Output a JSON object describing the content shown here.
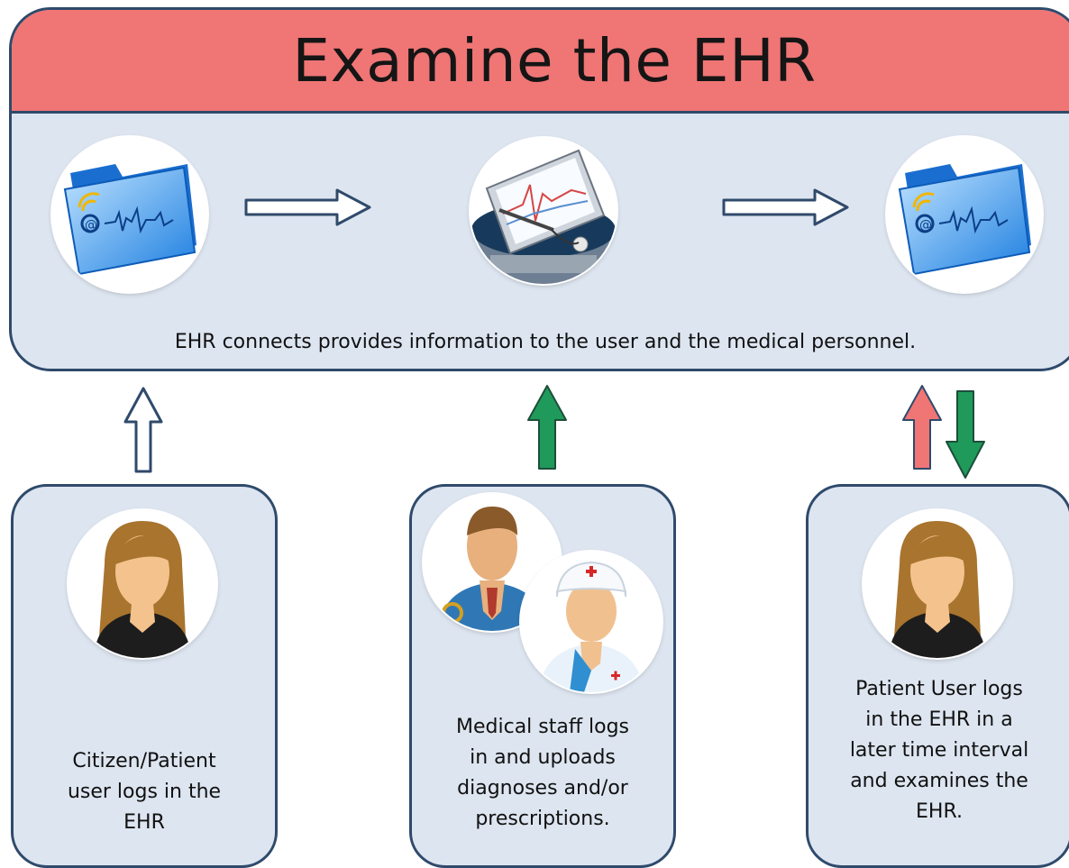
{
  "title": "Examine the EHR",
  "caption_main": "EHR connects provides information to the user and the medical personnel.",
  "boxes": {
    "left": "Citizen/Patient\nuser logs in the\nEHR",
    "middle": "Medical staff logs\nin and uploads\ndiagnoses and/or\nprescriptions.",
    "right": "Patient User logs\nin the EHR in a\nlater time interval\nand examines the\nEHR."
  },
  "colors": {
    "title_bar": "#f07575",
    "panel": "#dde5f0",
    "border": "#2f4a6b",
    "green_arrow": "#1f9a5a",
    "pink_arrow": "#f07575"
  },
  "icons": [
    "ehr-folder-icon",
    "medical-tablet-icon",
    "ehr-folder-icon",
    "female-user-icon",
    "doctor-icon",
    "nurse-icon",
    "female-user-icon"
  ]
}
